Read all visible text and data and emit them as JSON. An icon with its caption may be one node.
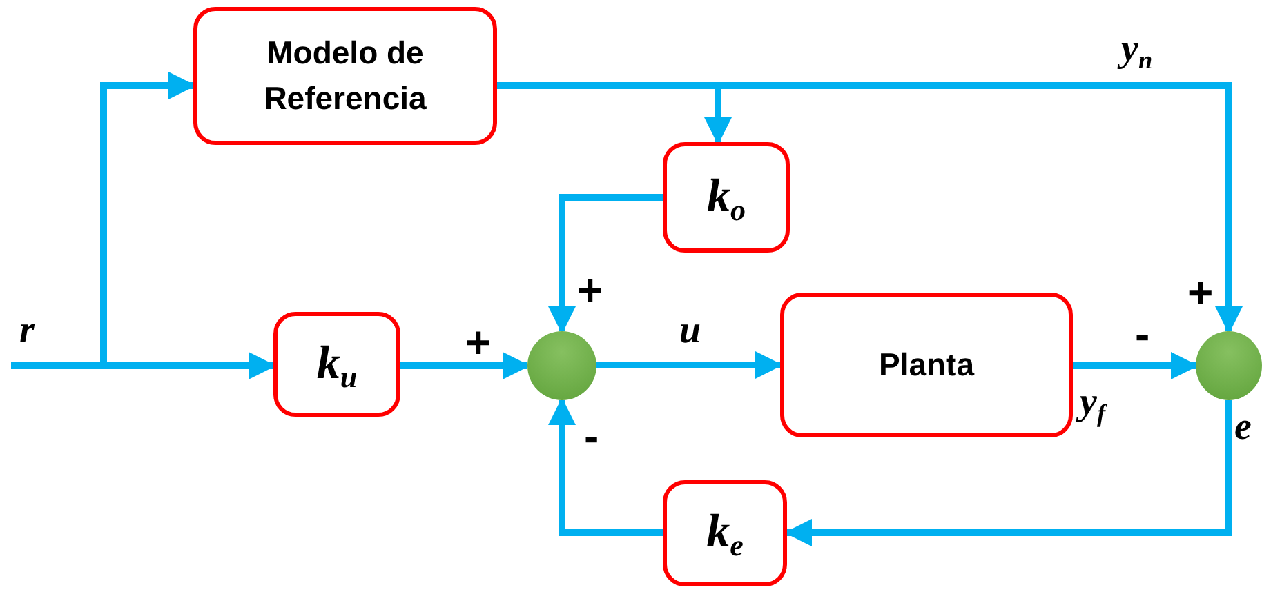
{
  "diagram": {
    "nodes": [
      {
        "text": [
          "Modelo de Referencia"
        ]
      },
      {
        "text": [
          "k$_{o}$"
        ]
      },
      {
        "text": [
          "k$_{u}$"
        ]
      },
      {
        "text": [],
        "shape": "circle"
      },
      {
        "text": [
          "Planta"
        ]
      },
      {
        "text": [],
        "shape": "circle"
      },
      {
        "text": [
          "k$_{e}$"
        ]
      }
    ],
    "edges": [
      {
        "from": null,
        "to": 2,
        "arrow": "to",
        "label": "r"
      },
      {
        "from": null,
        "to": 0,
        "arrow": "to"
      },
      {
        "from": 0,
        "to": 5,
        "arrow": "to",
        "label": "y$_{n}$"
      },
      {
        "from": 0,
        "to": 1,
        "arrow": "to"
      },
      {
        "from": 1,
        "to": 3,
        "arrow": "to"
      },
      {
        "from": 2,
        "to": 3,
        "arrow": "to"
      },
      {
        "from": 3,
        "to": 4,
        "arrow": "to",
        "label": "u"
      },
      {
        "from": 4,
        "to": 5,
        "arrow": "to",
        "label": "y$_{f}$"
      },
      {
        "from": 5,
        "to": 6,
        "arrow": "to"
      },
      {
        "from": 6,
        "to": 3,
        "arrow": "to"
      }
    ],
    "labels": [
      "+",
      "+",
      "-",
      "+",
      "-",
      "e"
    ]
  }
}
